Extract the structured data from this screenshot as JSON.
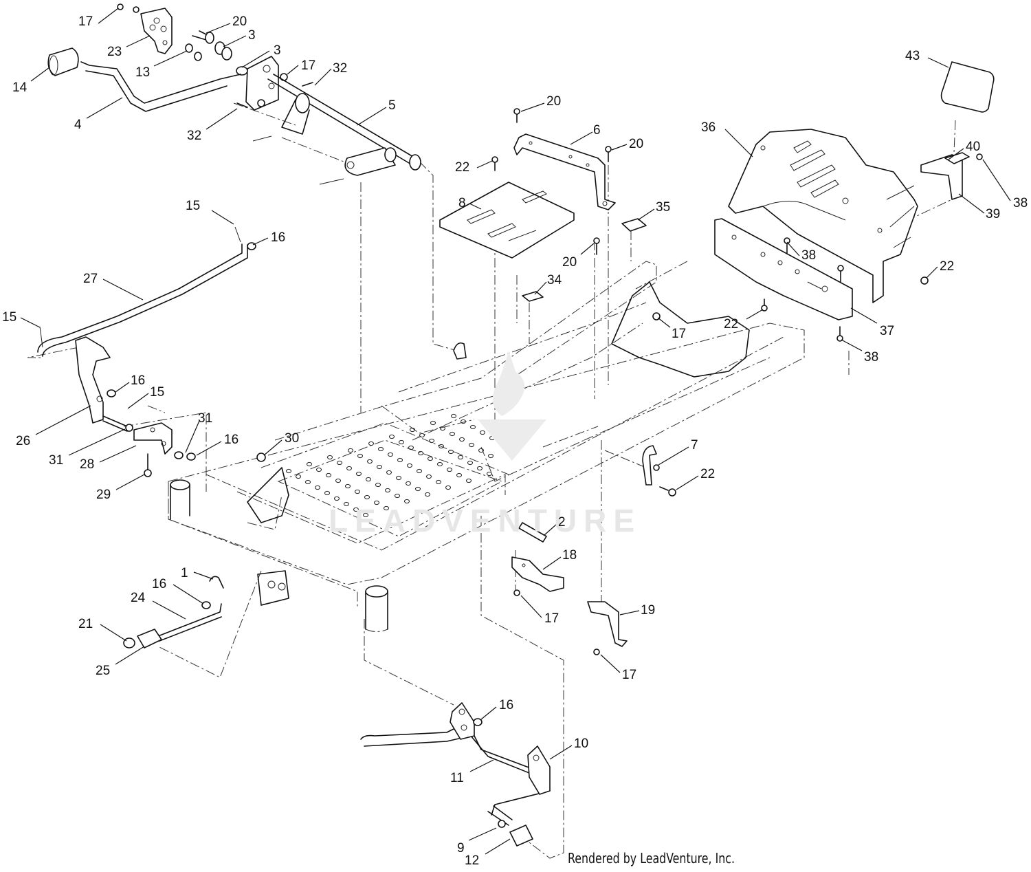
{
  "diagram": {
    "credit": "Rendered by LeadVenture, Inc.",
    "watermark": "LEADVENTURE",
    "colors": {
      "ink": "#111111",
      "watermark": "#e6e6e6",
      "background": "#ffffff"
    },
    "callouts": [
      {
        "id": "c17a",
        "label": "17"
      },
      {
        "id": "c20a",
        "label": "20"
      },
      {
        "id": "c3a",
        "label": "3"
      },
      {
        "id": "c3b",
        "label": "3"
      },
      {
        "id": "c23",
        "label": "23"
      },
      {
        "id": "c13",
        "label": "13"
      },
      {
        "id": "c14",
        "label": "14"
      },
      {
        "id": "c17b",
        "label": "17"
      },
      {
        "id": "c32a",
        "label": "32"
      },
      {
        "id": "c4",
        "label": "4"
      },
      {
        "id": "c32b",
        "label": "32"
      },
      {
        "id": "c5",
        "label": "5"
      },
      {
        "id": "c43",
        "label": "43"
      },
      {
        "id": "c20b",
        "label": "20"
      },
      {
        "id": "c6",
        "label": "6"
      },
      {
        "id": "c20c",
        "label": "20"
      },
      {
        "id": "c36",
        "label": "36"
      },
      {
        "id": "c40",
        "label": "40"
      },
      {
        "id": "c22a",
        "label": "22"
      },
      {
        "id": "c8",
        "label": "8"
      },
      {
        "id": "c38a",
        "label": "38"
      },
      {
        "id": "c39",
        "label": "39"
      },
      {
        "id": "c15a",
        "label": "15"
      },
      {
        "id": "c35",
        "label": "35"
      },
      {
        "id": "c16a",
        "label": "16"
      },
      {
        "id": "c20d",
        "label": "20"
      },
      {
        "id": "c38b",
        "label": "38"
      },
      {
        "id": "c22b",
        "label": "22"
      },
      {
        "id": "c27",
        "label": "27"
      },
      {
        "id": "c34",
        "label": "34"
      },
      {
        "id": "c15b",
        "label": "15"
      },
      {
        "id": "c22c",
        "label": "22"
      },
      {
        "id": "c17c",
        "label": "17"
      },
      {
        "id": "c37",
        "label": "37"
      },
      {
        "id": "c38c",
        "label": "38"
      },
      {
        "id": "c16b",
        "label": "16"
      },
      {
        "id": "c15c",
        "label": "15"
      },
      {
        "id": "c26",
        "label": "26"
      },
      {
        "id": "c31a",
        "label": "31"
      },
      {
        "id": "c16c",
        "label": "16"
      },
      {
        "id": "c30",
        "label": "30"
      },
      {
        "id": "c31b",
        "label": "31"
      },
      {
        "id": "c7",
        "label": "7"
      },
      {
        "id": "c28",
        "label": "28"
      },
      {
        "id": "c22d",
        "label": "22"
      },
      {
        "id": "c29",
        "label": "29"
      },
      {
        "id": "c2",
        "label": "2"
      },
      {
        "id": "c18",
        "label": "18"
      },
      {
        "id": "c1",
        "label": "1"
      },
      {
        "id": "c16d",
        "label": "16"
      },
      {
        "id": "c24",
        "label": "24"
      },
      {
        "id": "c17d",
        "label": "17"
      },
      {
        "id": "c19",
        "label": "19"
      },
      {
        "id": "c21",
        "label": "21"
      },
      {
        "id": "c25",
        "label": "25"
      },
      {
        "id": "c17e",
        "label": "17"
      },
      {
        "id": "c16e",
        "label": "16"
      },
      {
        "id": "c10",
        "label": "10"
      },
      {
        "id": "c11",
        "label": "11"
      },
      {
        "id": "c9",
        "label": "9"
      },
      {
        "id": "c12",
        "label": "12"
      }
    ]
  }
}
